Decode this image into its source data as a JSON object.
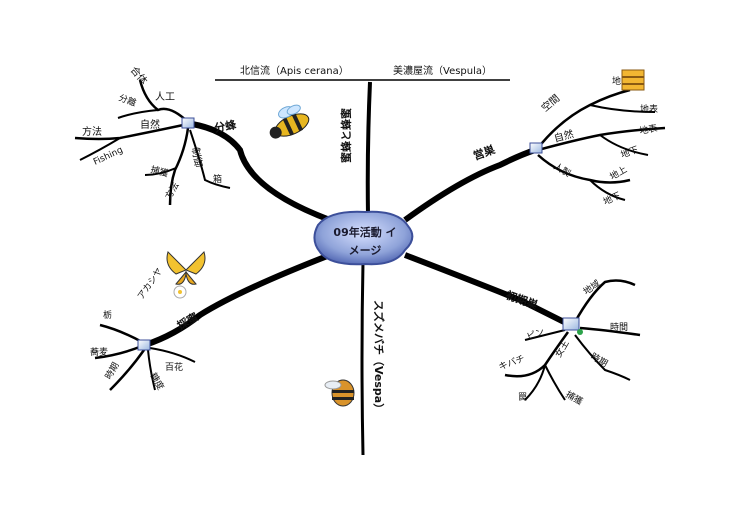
{
  "header": {
    "left": "北信流（Apis cerana）",
    "right": "美濃屋流（Vespula）"
  },
  "center": {
    "line1": "09年活動 イ",
    "line2": "メージ"
  },
  "divider_labels": {
    "top": "蜜蜂と蜂蜜",
    "bottom": "スズメバチ（Vespa）"
  },
  "branches": {
    "bunpou": {
      "label": "分蜂",
      "subs": {
        "jinko": "人工",
        "shizen": "自然",
        "seigyo": "制御",
        "goutai": "合体",
        "bunri": "分離",
        "houhou": "方法",
        "fishing": "Fishing",
        "bokaku": "捕獲",
        "houhou2": "方法",
        "hako": "箱"
      }
    },
    "eisou": {
      "label": "営巣",
      "subs": {
        "kuukan": "空間",
        "shizen": "自然",
        "jinsei": "人製",
        "chi": "地",
        "chihyou": "地表",
        "chihyou2": "地表",
        "chika": "地下",
        "chijou": "地上",
        "chika2": "地下"
      }
    },
    "saimitsu": {
      "label": "採蜜",
      "subs": {
        "akashiya": "アカシヤ",
        "tochi": "栃",
        "soba": "蕎麦",
        "hyakka": "百花",
        "tousei": "糖度",
        "jikki": "時期"
      }
    },
    "shokisu": {
      "label": "初期巣",
      "subs": {
        "chiiki": "地域",
        "jikan": "時間",
        "jiki": "時期",
        "kyo": "女王",
        "pin": "ピン",
        "kibachi": "キバチ",
        "ura": "罠",
        "sumi": "捕獲"
      }
    }
  },
  "colors": {
    "branch": "#000000",
    "center_fill": "#8fa3d9",
    "center_stroke": "#3c4f9a"
  },
  "icons": [
    "bee-icon",
    "butterfly-icon",
    "hornet-icon",
    "beehive-icon",
    "node-icon"
  ]
}
